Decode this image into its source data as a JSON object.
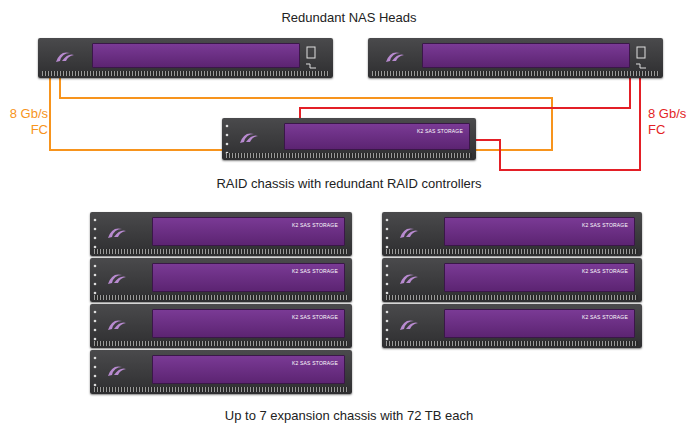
{
  "diagram": {
    "nodes": [
      {
        "text": []
      },
      {
        "text": []
      },
      {
        "text": [
          "K2 SAS STORAGE"
        ]
      },
      {
        "text": [
          "K2 SAS STORAGE"
        ]
      },
      {
        "text": [
          "K2 SAS STORAGE"
        ]
      },
      {
        "text": [
          "K2 SAS STORAGE"
        ]
      },
      {
        "text": [
          "K2 SAS STORAGE"
        ]
      },
      {
        "text": [
          "K2 SAS STORAGE"
        ]
      },
      {
        "text": [
          "K2 SAS STORAGE"
        ]
      },
      {
        "text": [
          "K2 SAS STORAGE"
        ]
      }
    ],
    "edges": [
      {
        "from": 0,
        "to": 2,
        "arrow": "none",
        "label": "8 Gb/s FC"
      },
      {
        "from": 0,
        "to": 2,
        "arrow": "none"
      },
      {
        "from": 1,
        "to": 2,
        "arrow": "none",
        "label": "8 Gb/s FC"
      },
      {
        "from": 1,
        "to": 2,
        "arrow": "none"
      }
    ],
    "labels": [
      "Redundant NAS Heads",
      "RAID chassis with redundant RAID controllers",
      "Up to 7 expansion chassis with 72 TB each"
    ]
  }
}
